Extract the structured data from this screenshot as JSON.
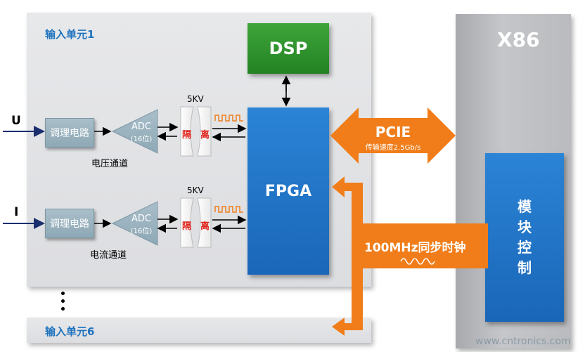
{
  "units": {
    "unit1_title": "输入单元1",
    "unit6_title": "输入单元6"
  },
  "inputs": {
    "u": "U",
    "i": "I"
  },
  "blocks": {
    "conditioning_1": "调理电路",
    "conditioning_2": "调理电路",
    "adc_1": "ADC",
    "adc_1_sub": "(16位)",
    "adc_2": "ADC",
    "adc_2_sub": "(16位)",
    "dsp": "DSP",
    "fpga": "FPGA",
    "x86": "X86",
    "module_ctrl_chars": [
      "模",
      "块",
      "控",
      "制"
    ]
  },
  "isolation": {
    "kv_1": "5KV",
    "kv_2": "5KV",
    "iso_left": "隔",
    "iso_right": "离"
  },
  "channels": {
    "voltage": "电压通道",
    "current": "电流通道"
  },
  "links": {
    "pcie": "PCIE",
    "pcie_rate": "传输速度2.5Gb/s",
    "clock": "100MHz同步时钟"
  },
  "watermark": "www.cntronics.com",
  "colors": {
    "orange": "#f07d1a",
    "fpga_blue": "#1f72c6",
    "dsp_green": "#2f9530",
    "unit_title_blue": "#1f73bf",
    "isolation_red": "#e0241b"
  }
}
